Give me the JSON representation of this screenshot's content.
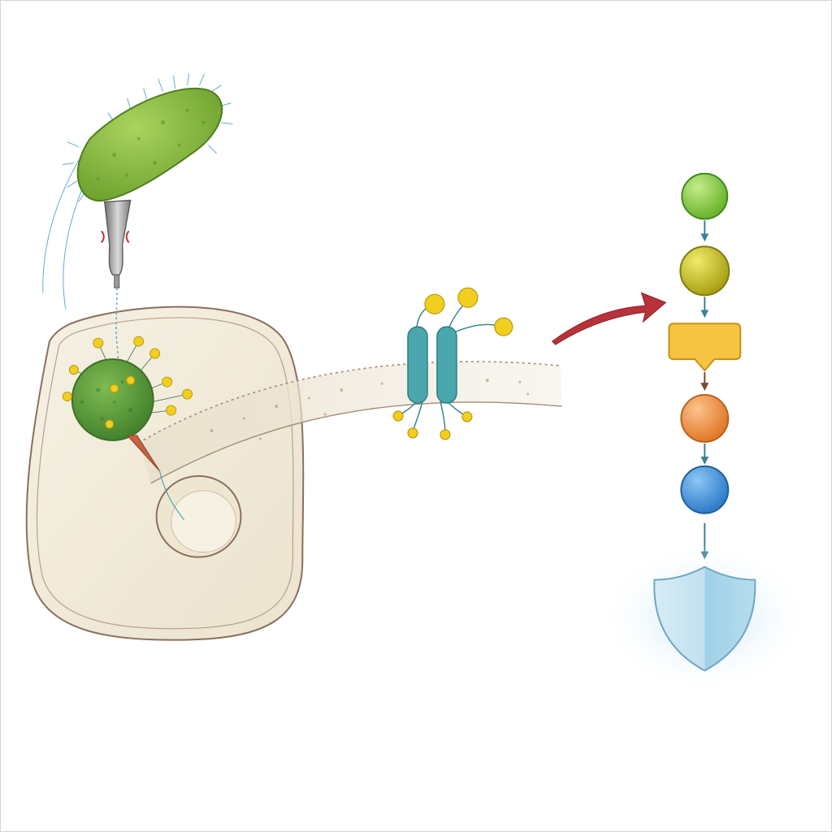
{
  "diagram": {
    "colors": {
      "bacterium": "#8fbf48",
      "bacterium_dark": "#5f9428",
      "flagella": "#3f95c4",
      "needle": "#8a8a8a",
      "cell_body": "#f3ecdc",
      "cell_outline": "#8b6f5c",
      "vesicle": "#5e9a3a",
      "effector": "#f2cf1f",
      "receptor": "#4aa7ae",
      "pathway_arrow": "#b8323a",
      "cascade_arrow": "#3f7f9a",
      "shield": "#bcdcec"
    },
    "icons": [
      "bacterium-icon",
      "injection-needle-icon",
      "host-cell-icon",
      "nucleus-icon",
      "vesicle-icon",
      "membrane-receptor-icon",
      "signaling-arrow-icon",
      "shield-icon"
    ],
    "cascade_nodes": [
      {
        "name": "green-node",
        "shape": "circle",
        "color": "#86c840"
      },
      {
        "name": "yellow-node",
        "shape": "circle",
        "color": "#c9c21e"
      },
      {
        "name": "amber-node",
        "shape": "tag",
        "color": "#f6c443"
      },
      {
        "name": "orange-node",
        "shape": "circle",
        "color": "#ee8e3e"
      },
      {
        "name": "blue-node",
        "shape": "circle",
        "color": "#3f8fd8"
      }
    ]
  }
}
